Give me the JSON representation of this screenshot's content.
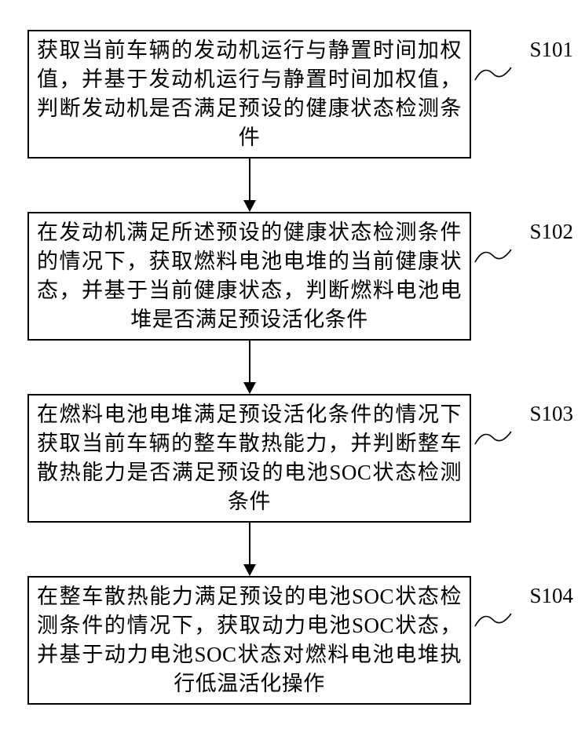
{
  "figure": {
    "type": "flowchart",
    "description": "patent-style method flowchart with four sequential steps"
  },
  "colors": {
    "line": "#000000",
    "background": "#ffffff"
  },
  "steps": [
    {
      "label": "S101",
      "text": "获取当前车辆的发动机运行与静置时间加权值，并基于发动机运行与静置时间加权值，判断发动机是否满足预设的健康状态检测条件"
    },
    {
      "label": "S102",
      "text": "在发动机满足所述预设的健康状态检测条件的情况下，获取燃料电池电堆的当前健康状态，并基于当前健康状态，判断燃料电池电堆是否满足预设活化条件"
    },
    {
      "label": "S103",
      "text": "在燃料电池电堆满足预设活化条件的情况下获取当前车辆的整车散热能力，并判断整车散热能力是否满足预设的电池SOC状态检测条件"
    },
    {
      "label": "S104",
      "text": "在整车散热能力满足预设的电池SOC状态检测条件的情况下，获取动力电池SOC状态，并基于动力电池SOC状态对燃料电池电堆执行低温活化操作"
    }
  ]
}
